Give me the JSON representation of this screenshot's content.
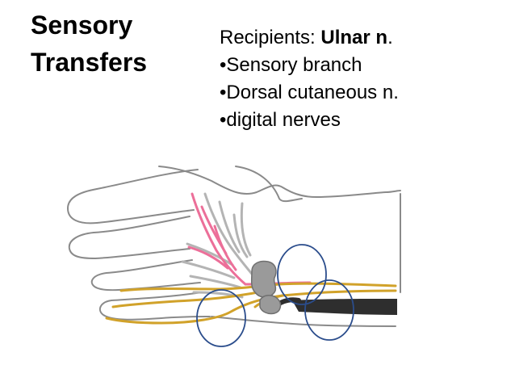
{
  "title": {
    "line1": "Sensory",
    "line2": "Transfers"
  },
  "recipients": {
    "prefix": "Recipients: ",
    "bold": "Ulnar n",
    "suffix": ".",
    "items": [
      "Sensory branch",
      "Dorsal cutaneous n.",
      "digital nerves"
    ]
  },
  "colors": {
    "pink_nerve": "#ec6f99",
    "gold_nerve": "#d1a22a",
    "circle": "#2b4d8c",
    "outline": "#8a8a8a",
    "dark_nerve": "#2e2e2e",
    "gray_nerve": "#b4b4b4"
  },
  "icons": {
    "hand": "hand-outline-illustration"
  }
}
